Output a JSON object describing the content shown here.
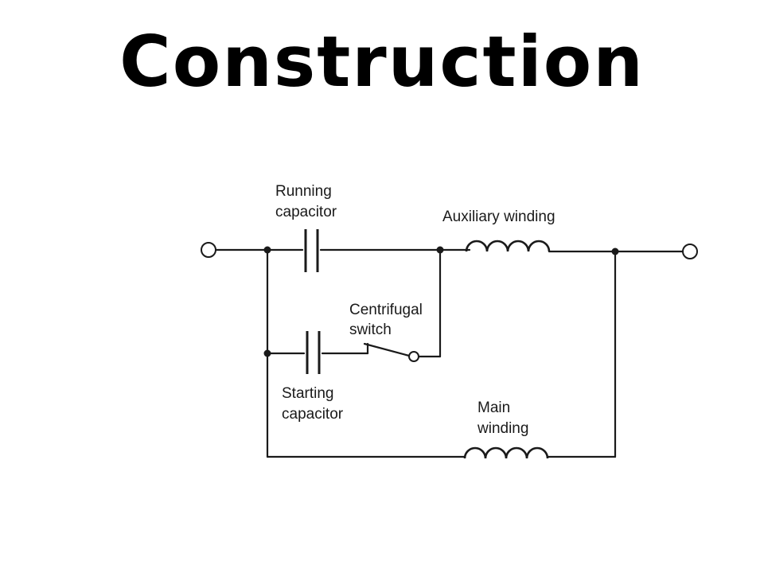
{
  "slide": {
    "title": "Construction"
  },
  "diagram": {
    "labels": {
      "running_capacitor_line1": "Running",
      "running_capacitor_line2": "capacitor",
      "auxiliary_winding": "Auxiliary winding",
      "centrifugal_switch_line1": "Centrifugal",
      "centrifugal_switch_line2": "switch",
      "starting_capacitor_line1": "Starting",
      "starting_capacitor_line2": "capacitor",
      "main_winding_line1": "Main",
      "main_winding_line2": "winding"
    }
  }
}
